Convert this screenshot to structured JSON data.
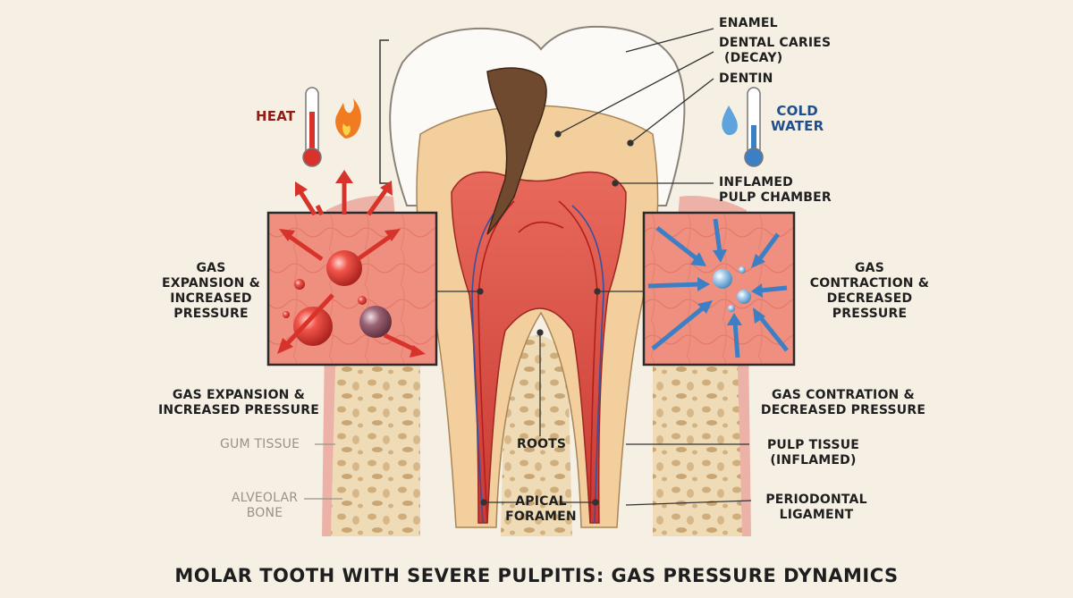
{
  "title": "MOLAR TOOTH WITH SEVERE PULPITIS: GAS PRESSURE DYNAMICS",
  "labels": {
    "enamel": "ENAMEL",
    "caries_1": "DENTAL CARIES",
    "caries_2": "(DECAY)",
    "dentin": "DENTIN",
    "inflamed_pulp_1": "INFLAMED",
    "inflamed_pulp_2": "PULP CHAMBER",
    "heat": "HEAT",
    "cold_1": "COLD",
    "cold_2": "WATER",
    "gas_exp_box_1": "GAS",
    "gas_exp_box_2": "EXPANSION &",
    "gas_exp_box_3": "INCREASED",
    "gas_exp_box_4": "PRESSURE",
    "gas_con_box_1": "GAS",
    "gas_con_box_2": "CONTRACTION &",
    "gas_con_box_3": "DECREASED",
    "gas_con_box_4": "PRESSURE",
    "gas_exp_1": "GAS EXPANSION &",
    "gas_exp_2": "INCREASED PRESSURE",
    "gas_con_1": "GAS CONTRATION &",
    "gas_con_2": "DECREASED PRESSURE",
    "gum": "GUM TISSUE",
    "roots": "ROOTS",
    "pulp_tissue_1": "PULP TISSUE",
    "pulp_tissue_2": "(INFLAMED)",
    "alveolar_1": "ALVEOLAR",
    "alveolar_2": "BONE",
    "apical_1": "APICAL",
    "apical_2": "FORAMEN",
    "periodontal_1": "PERIODONTAL",
    "periodontal_2": "LIGAMENT"
  },
  "colors": {
    "background": "#f6efe4",
    "enamel": "#fbfaf7",
    "dentin": "#f2cf9c",
    "pulp": "#e2574e",
    "caries": "#6f4a2e",
    "bone": "#efdcb6",
    "gum": "#eba79c",
    "heat_arrow": "#d8332b",
    "cold_arrow": "#3d7fc4"
  }
}
